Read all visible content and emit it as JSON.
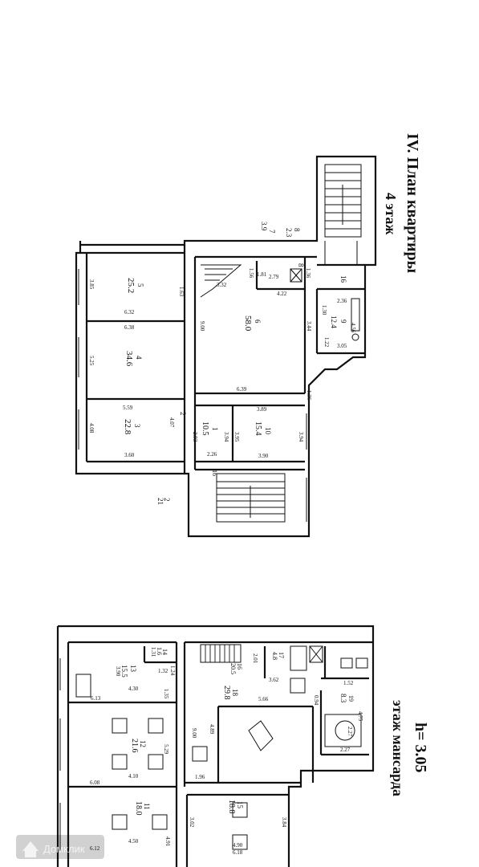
{
  "floor4": {
    "title": "IV. План квартиры",
    "subtitle": "4 этаж",
    "room_numbers": [
      "7",
      "8",
      "8",
      "16",
      "9",
      "5",
      "6",
      "4",
      "3",
      "1",
      "10",
      "2",
      "2",
      "16"
    ],
    "areas": [
      "3.9",
      "2.3",
      "25.2",
      "58.0",
      "12.4",
      "34.6",
      "22.8",
      "10.5",
      "15.4",
      "21"
    ],
    "dimensions": [
      "3.85",
      "1.63",
      "3.32",
      "1.56",
      "2.79",
      "1.81",
      "1.36",
      "6.32",
      "4.22",
      "2.36",
      "1.30",
      "4.56",
      "6.38",
      "9.00",
      "3.44",
      "1.22",
      "3.05",
      "5.25",
      "6.39",
      "1.36",
      "5.59",
      "4.07",
      "3.89",
      "4.08",
      "2.93",
      "3.94",
      "3.95",
      "3.94",
      "3.60",
      "2.26",
      "3.90"
    ]
  },
  "attic": {
    "title": "h= 3.05",
    "subtitle": "этаж мансарда",
    "room_numbers": [
      "14",
      "13",
      "16",
      "17",
      "18",
      "19",
      "12",
      "11",
      "15"
    ],
    "areas": [
      "1.6",
      "15.5",
      "20.5",
      "4.8",
      "29.8",
      "8.3",
      "21.6",
      "18.0",
      "18.8"
    ],
    "dimensions": [
      "1.31",
      "1.32",
      "1.24",
      "3.90",
      "2.01",
      "4.30",
      "1.35",
      "3.62",
      "1.52",
      "6.13",
      "5.66",
      "0.94",
      "4.75",
      "4.89",
      "9.00",
      "5.29",
      "2.27",
      "2.27",
      "4.10",
      "6.08",
      "1.96",
      "3.02",
      "3.84",
      "4.50",
      "4.91",
      "6.12",
      "4.90",
      "6.18"
    ]
  },
  "watermark": "Домклик"
}
